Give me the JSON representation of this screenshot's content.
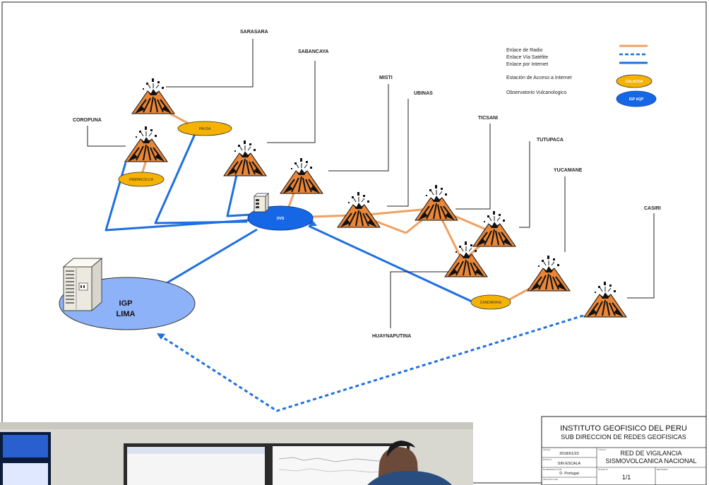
{
  "stations": {
    "sarasara": "SARASARA",
    "sabancaya": "SABANCAYA",
    "coropuna": "COROPUNA",
    "misti": "MISTI",
    "ubinas": "UBINAS",
    "ticsani": "TICSANI",
    "tutupaca": "TUTUPACA",
    "yucamane": "YUCAMANE",
    "casiri": "CASIRI",
    "huaynaputina": "HUAYNAPUTINA"
  },
  "nodes": {
    "pausa": "PAUSA",
    "pampacolca": "PAMPACOLCA",
    "candarave": "CANDARAVE",
    "ovs": "OVS",
    "igp_lima_line1": "IGP",
    "igp_lima_line2": "LIMA"
  },
  "legend": {
    "radio": "Enlace de Radio",
    "satellite": "Enlace Vía Satélite",
    "internet": "Enlace por Internet",
    "access_station": "Estación de Acceso a Internet",
    "access_station_sample": "CALACOA",
    "observatory": "Observatorio Vulcanologico",
    "observatory_sample": "IGP AQP"
  },
  "title_block": {
    "institute": "INSTITUTO GEOFISICO DEL PERU",
    "subdirection": "SUB DIRECCION DE REDES GEOFISICAS",
    "fecha_label": "FECHA:",
    "fecha": "2018/01/22",
    "titulo_label": "TITULO:",
    "titulo_line1": "RED DE VIGILANCIA",
    "titulo_line2": "SISMOVOLCANICA NACIONAL",
    "escala_label": "ESCALA:",
    "escala": "SIN ESCALA",
    "elaborado_label": "ELABORADO POR:",
    "elaborado": "D. Portugal",
    "plano_label": "PLANO N°",
    "plano": "1/1",
    "revisado_label": "REVISADO:",
    "archivo_label": "ARCHIVO CAD:"
  },
  "colors": {
    "radio_link": "#f0a060",
    "internet_link": "#1e6fe0",
    "satellite_link": "#1e6fe0",
    "access_station_fill": "#f5b200",
    "ovs_fill": "#1667e6",
    "igp_lima_fill": "#8db2f8",
    "volcano_body": "#e98638"
  }
}
